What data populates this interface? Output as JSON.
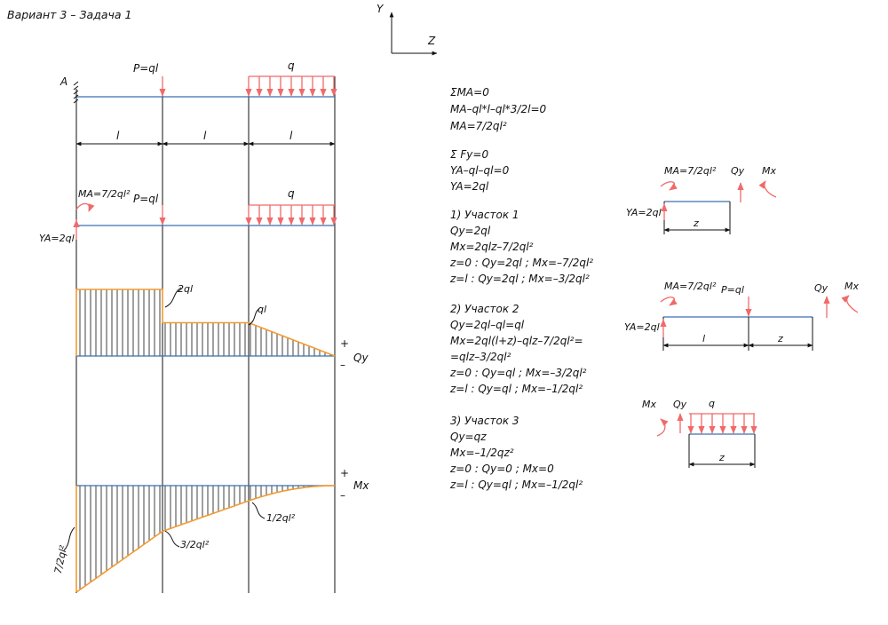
{
  "title": "Вариант 3 – Задача 1",
  "axes": {
    "y": "Y",
    "z": "Z"
  },
  "scheme": {
    "support": "A",
    "force": "P=ql",
    "load": "q",
    "span": "l",
    "reaction_moment": "MA=7/2ql²",
    "reaction_force": "YA=2ql"
  },
  "diagram_q": {
    "name": "Qy",
    "plus": "+",
    "minus": "–",
    "values": [
      2,
      1,
      0
    ],
    "label_2ql": "2ql",
    "label_ql": "ql"
  },
  "diagram_m": {
    "name": "Mx",
    "plus": "+",
    "minus": "–",
    "values": [
      -3.5,
      -1.5,
      -0.5,
      0
    ],
    "label_72": "7/2ql²",
    "label_32": "3/2ql²",
    "label_12": "1/2ql²"
  },
  "equations": {
    "moment_block": [
      "ΣMA=0",
      "MA–ql*l–ql*3/2l=0",
      "MA=7/2ql²"
    ],
    "force_block": [
      "Σ Fy=0",
      "YA–ql–ql=0",
      "YA=2ql"
    ],
    "section1": [
      "1) Участок 1",
      "Qy=2ql",
      "Mx=2qlz–7/2ql²",
      "z=0 : Qy=2ql ; Mx=–7/2ql²",
      "z=l : Qy=2ql ; Mx=–3/2ql²"
    ],
    "section2": [
      "2) Участок 2",
      "Qy=2ql–ql=ql",
      "Mx=2ql(l+z)–qlz–7/2ql²=",
      "=qlz–3/2ql²",
      "z=0 : Qy=ql ; Mx=–3/2ql²",
      "z=l : Qy=ql ; Mx=–1/2ql²"
    ],
    "section3": [
      "3) Участок 3",
      "Qy=qz",
      "Mx=–1/2qz²",
      "z=0 : Qy=0 ; Mx=0",
      "z=l : Qy=ql ; Mx=–1/2ql²"
    ]
  },
  "free_bodies": {
    "fb1": {
      "moment": "MA=7/2ql²",
      "shear": "Qy",
      "bend": "Mx",
      "force": "YA=2ql",
      "coord": "z"
    },
    "fb2": {
      "moment": "MA=7/2ql²",
      "load": "P=ql",
      "shear": "Qy",
      "bend": "Mx",
      "force": "YA=2ql",
      "span": "l",
      "coord": "z"
    },
    "fb3": {
      "bend": "Mx",
      "shear": "Qy",
      "load": "q",
      "coord": "z"
    }
  }
}
